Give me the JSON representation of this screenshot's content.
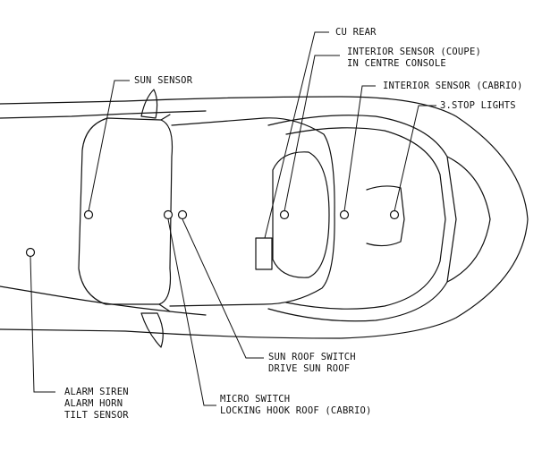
{
  "labels": {
    "cu_rear": "CU REAR",
    "interior_sensor_coupe_1": "INTERIOR SENSOR (COUPE)",
    "interior_sensor_coupe_2": "IN CENTRE CONSOLE",
    "interior_sensor_cabrio": "INTERIOR SENSOR (CABRIO)",
    "stop_lights": "3.STOP LIGHTS",
    "sun_sensor": "SUN SENSOR",
    "sun_roof_switch_1": "SUN ROOF SWITCH",
    "sun_roof_switch_2": "DRIVE SUN ROOF",
    "micro_switch_1": "MICRO SWITCH",
    "micro_switch_2": "LOCKING HOOK ROOF (CABRIO)",
    "alarm_1": "ALARM SIREN",
    "alarm_2": "ALARM HORN",
    "alarm_3": "TILT SENSOR"
  }
}
